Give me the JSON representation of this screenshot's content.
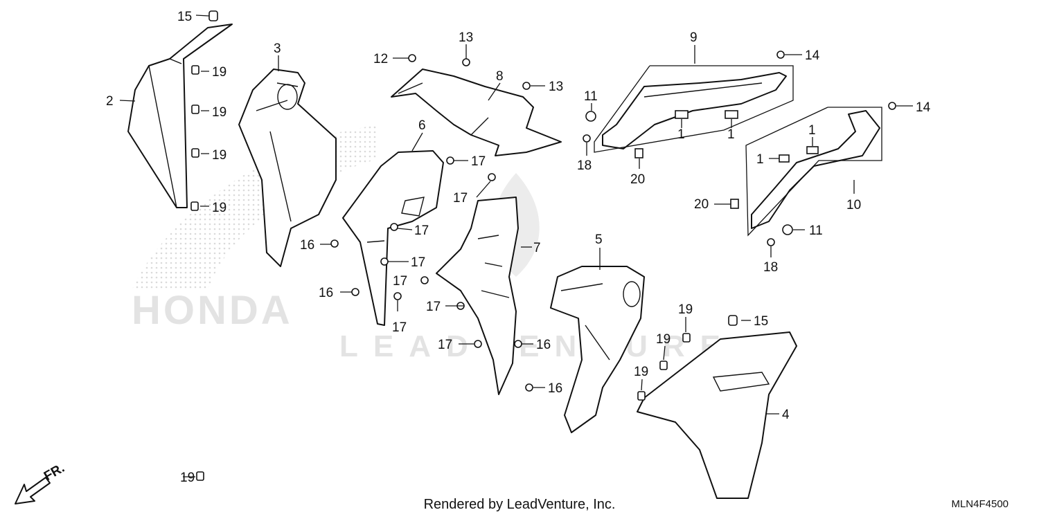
{
  "diagram": {
    "parts": [
      {
        "id": "p1a",
        "label": "1"
      },
      {
        "id": "p1b",
        "label": "1"
      },
      {
        "id": "p1c",
        "label": "1"
      },
      {
        "id": "p1d",
        "label": "1"
      },
      {
        "id": "p2",
        "label": "2"
      },
      {
        "id": "p3",
        "label": "3"
      },
      {
        "id": "p4",
        "label": "4"
      },
      {
        "id": "p5",
        "label": "5"
      },
      {
        "id": "p6",
        "label": "6"
      },
      {
        "id": "p7",
        "label": "7"
      },
      {
        "id": "p8",
        "label": "8"
      },
      {
        "id": "p9",
        "label": "9"
      },
      {
        "id": "p10",
        "label": "10"
      },
      {
        "id": "p11a",
        "label": "11"
      },
      {
        "id": "p11b",
        "label": "11"
      },
      {
        "id": "p12",
        "label": "12"
      },
      {
        "id": "p13a",
        "label": "13"
      },
      {
        "id": "p13b",
        "label": "13"
      },
      {
        "id": "p14a",
        "label": "14"
      },
      {
        "id": "p14b",
        "label": "14"
      },
      {
        "id": "p15a",
        "label": "15"
      },
      {
        "id": "p15b",
        "label": "15"
      },
      {
        "id": "p16a",
        "label": "16"
      },
      {
        "id": "p16b",
        "label": "16"
      },
      {
        "id": "p16c",
        "label": "16"
      },
      {
        "id": "p16d",
        "label": "16"
      },
      {
        "id": "p17a",
        "label": "17"
      },
      {
        "id": "p17b",
        "label": "17"
      },
      {
        "id": "p17c",
        "label": "17"
      },
      {
        "id": "p17d",
        "label": "17"
      },
      {
        "id": "p17e",
        "label": "17"
      },
      {
        "id": "p17f",
        "label": "17"
      },
      {
        "id": "p17g",
        "label": "17"
      },
      {
        "id": "p17h",
        "label": "17"
      },
      {
        "id": "p18a",
        "label": "18"
      },
      {
        "id": "p18b",
        "label": "18"
      },
      {
        "id": "p19a",
        "label": "19"
      },
      {
        "id": "p19b",
        "label": "19"
      },
      {
        "id": "p19c",
        "label": "19"
      },
      {
        "id": "p19d",
        "label": "19"
      },
      {
        "id": "p19e",
        "label": "19"
      },
      {
        "id": "p19f",
        "label": "19"
      },
      {
        "id": "p19g",
        "label": "19"
      },
      {
        "id": "p19h",
        "label": "19"
      },
      {
        "id": "p20a",
        "label": "20"
      },
      {
        "id": "p20b",
        "label": "20"
      }
    ],
    "front_indicator": "FR.",
    "watermark_brand": "HONDA",
    "watermark_text": "LEADVENTURE"
  },
  "footer": {
    "credit": "Rendered by LeadVenture, Inc.",
    "diagram_code": "MLN4F4500"
  }
}
